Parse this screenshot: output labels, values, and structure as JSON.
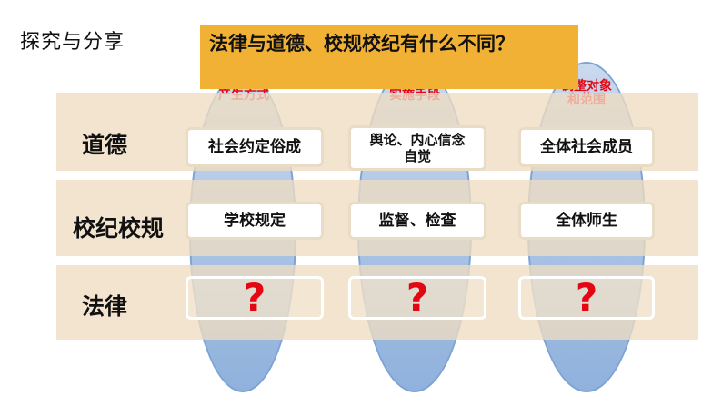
{
  "heading": "探究与分享",
  "title": "法律与道德、校规校纪有什么不同？",
  "columns": [
    "产生方式",
    "实施手段",
    "调整对象和范围"
  ],
  "rows": [
    {
      "label": "道德",
      "cells": [
        "社会约定俗成",
        "舆论、内心信念\n自觉",
        "全体社会成员"
      ]
    },
    {
      "label": "校纪校规",
      "cells": [
        "学校规定",
        "监督、检查",
        "全体师生"
      ]
    },
    {
      "label": "法律",
      "cells": [
        "?",
        "?",
        "?"
      ]
    }
  ],
  "colors": {
    "question_mark": "#e30613",
    "title_bg": "#f1b135",
    "band": "#eedcc1",
    "ellipse": "#8fb1dc"
  }
}
